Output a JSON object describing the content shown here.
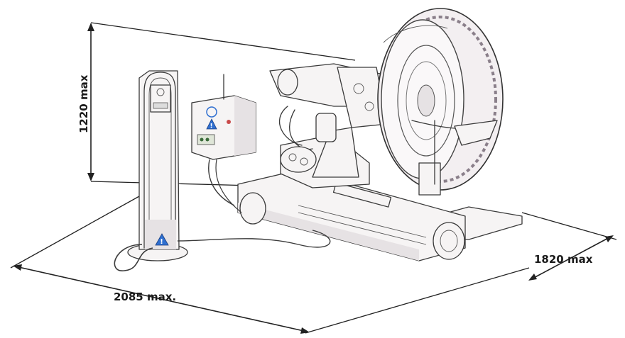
{
  "dimensions": {
    "height_label": "1220 max",
    "length_label": "2085 max.",
    "width_label": "1820 max"
  },
  "colors": {
    "dimension_ink": "#222222",
    "warning_blue": "#2f6fd0",
    "cable": "#3b3b3b",
    "wheel_tint": "#8a7f8a"
  },
  "icons": {
    "control_box_warning": "warning-triangle-icon",
    "column_warning": "warning-triangle-icon"
  }
}
